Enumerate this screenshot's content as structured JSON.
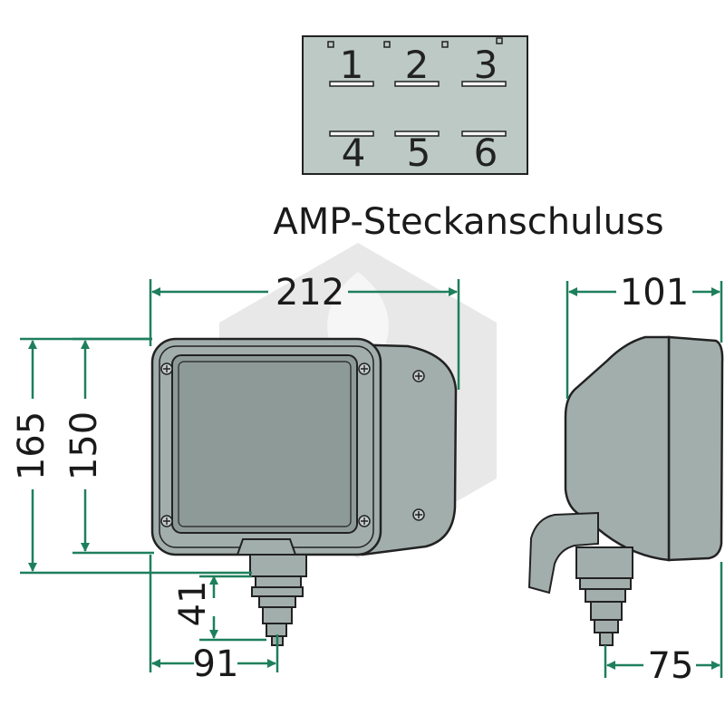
{
  "connector": {
    "pins_top": [
      "1",
      "2",
      "3"
    ],
    "pins_bottom": [
      "4",
      "5",
      "6"
    ],
    "caption": "AMP-Steckanschuluss"
  },
  "dimensions": {
    "width_front": "212",
    "height_outer": "165",
    "height_inner": "150",
    "connector_offset": "41",
    "connector_from_left": "91",
    "depth": "101",
    "depth_connector": "75"
  },
  "colors": {
    "dimension_line": "#1e7f5c",
    "housing": "#a2aeac",
    "lens": "#8e9a98",
    "connector_plate": "#bcc9c5",
    "outline": "#222222",
    "watermark": "#c8c8c8"
  }
}
